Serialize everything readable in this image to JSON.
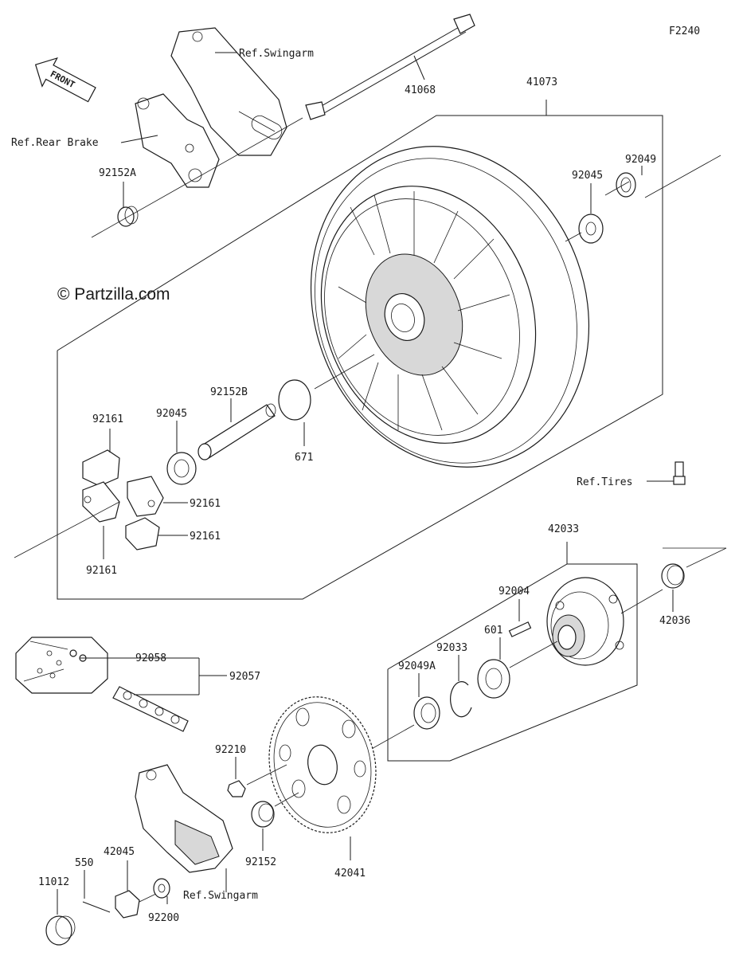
{
  "diagram": {
    "code": "F2240",
    "copyright": "© Partzilla.com",
    "front_arrow": "FRONT",
    "labels": {
      "p41068": "41068",
      "p41073": "41073",
      "ref_swingarm_top": "Ref.Swingarm",
      "ref_rear_brake": "Ref.Rear Brake",
      "p92152A": "92152A",
      "p92045_top": "92045",
      "p92049": "92049",
      "p92161_a": "92161",
      "p92045_mid": "92045",
      "p92152B": "92152B",
      "p671": "671",
      "ref_tires": "Ref.Tires",
      "p92161_b": "92161",
      "p92161_c": "92161",
      "p92161_d": "92161",
      "p42033": "42033",
      "p92004": "92004",
      "p42036": "42036",
      "p601": "601",
      "p92033": "92033",
      "p92049A": "92049A",
      "p92058": "92058",
      "p92057": "92057",
      "p92210": "92210",
      "p92152": "92152",
      "p42041": "42041",
      "p42045": "42045",
      "p550": "550",
      "p11012": "11012",
      "p92200": "92200",
      "ref_swingarm_bottom": "Ref.Swingarm"
    }
  }
}
